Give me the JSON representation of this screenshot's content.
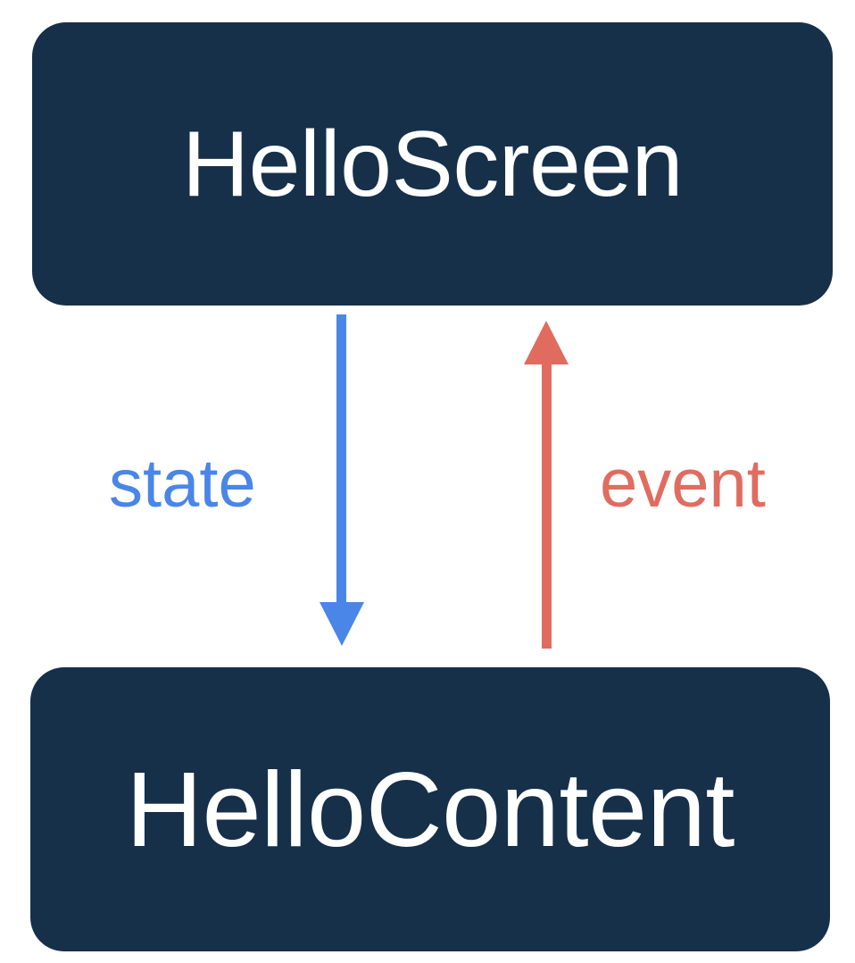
{
  "diagram": {
    "title": "HelloScreen / HelloContent state-event flow",
    "background_color": "#ffffff",
    "nodes": [
      {
        "id": "hello-screen",
        "label": "HelloScreen",
        "fill": "#16304a",
        "text_color": "#ffffff"
      },
      {
        "id": "hello-content",
        "label": "HelloContent",
        "fill": "#16304a",
        "text_color": "#ffffff"
      }
    ],
    "edges": [
      {
        "id": "state-edge",
        "label": "state",
        "color": "#4a86e8",
        "direction": "down",
        "from": "HelloScreen",
        "to": "HelloContent",
        "icon": "down-arrow-icon"
      },
      {
        "id": "event-edge",
        "label": "event",
        "color": "#e06c60",
        "direction": "up",
        "from": "HelloContent",
        "to": "HelloScreen",
        "icon": "up-arrow-icon"
      }
    ]
  }
}
